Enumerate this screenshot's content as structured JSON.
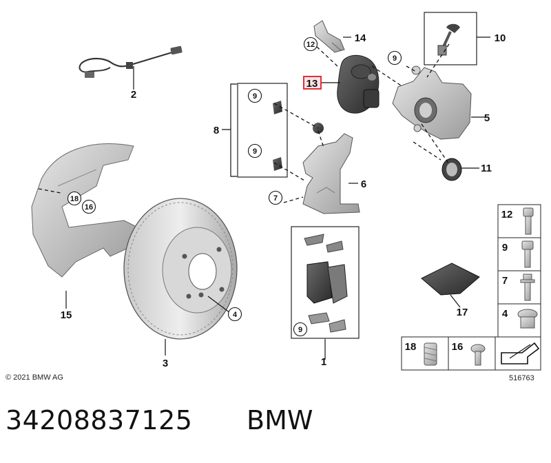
{
  "callouts": {
    "c1": "1",
    "c2": "2",
    "c3": "3",
    "c4": "4",
    "c5": "5",
    "c6": "6",
    "c7": "7",
    "c8": "8",
    "c9a": "9",
    "c9b": "9",
    "c9c": "9",
    "c9d": "9",
    "c10": "10",
    "c11": "11",
    "c12": "12",
    "c13": "13",
    "c14": "14",
    "c15": "15",
    "c16": "16",
    "c17": "17",
    "c18": "18"
  },
  "grid": {
    "g12": "12",
    "g9": "9",
    "g7": "7",
    "g4": "4",
    "g18": "18",
    "g16": "16"
  },
  "highlight_color": "#e0303a",
  "highlight_fill": "#fbe3e4",
  "copyright": "© 2021 BMW AG",
  "image_number": "516763",
  "footer": {
    "part_number": "34208837125",
    "brand": "BMW"
  }
}
